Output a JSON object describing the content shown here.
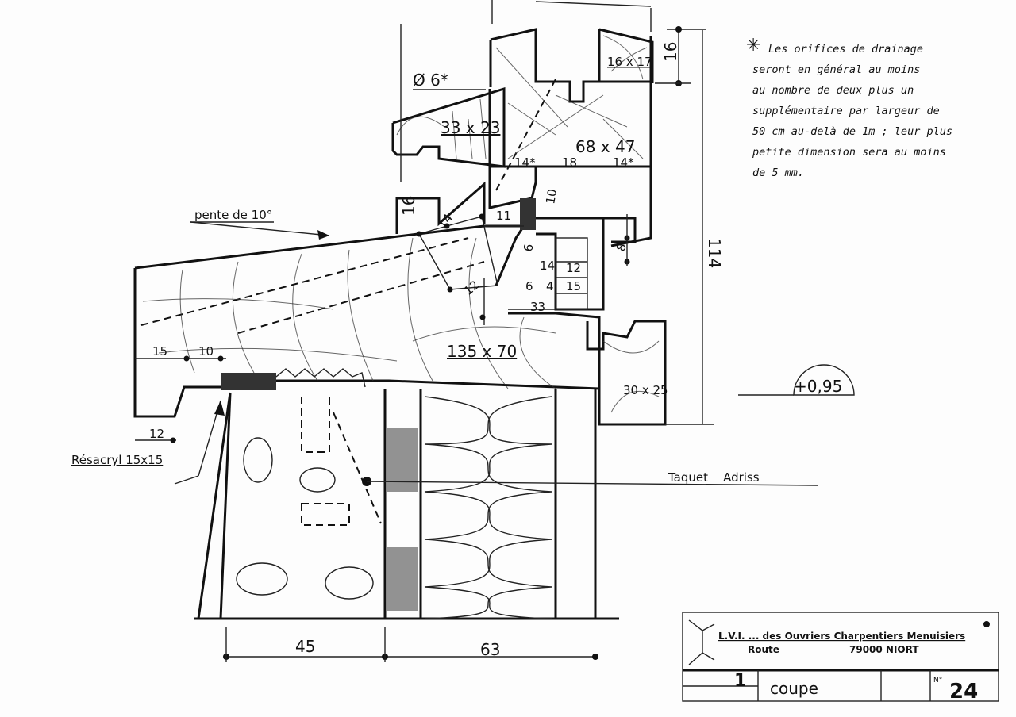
{
  "note": {
    "marker": "✳",
    "lines": [
      "Les orifices de drainage",
      "seront en général au moins",
      "au nombre de deux plus un",
      "supplémentaire par largeur de",
      "50 cm au-delà de 1m ; leur plus",
      "petite dimension sera au moins",
      "de 5 mm."
    ]
  },
  "labels": {
    "drain_diameter": "Ø 6*",
    "bead_33x23": "33 x 23",
    "bead_16x17": "16 x 17",
    "dim_16_top": "16",
    "frame_68x47": "68 x 47",
    "dim_14a": "14*",
    "dim_18": "18",
    "dim_14b": "14*",
    "dim_16_left": "16",
    "dim_14_diag": "14",
    "dim_11": "11",
    "dim_10": "10",
    "dim_6a": "6",
    "dim_14_small": "14",
    "dim_12_small": "12",
    "dim_6b": "6",
    "dim_4": "4",
    "dim_15_small": "15",
    "dim_33": "33",
    "dim_12_diag": "12",
    "dim_8": "8",
    "slope": "pente de 10°",
    "sill_135x70": "135 x 70",
    "bead_30x25": "30 x 25",
    "level": "+0,95",
    "height_114": "114",
    "dim_15": "15",
    "dim_10_sill": "10",
    "dim_12_sill": "12",
    "sealant": "Résacryl 15x15",
    "anchor": "Taquet    Adriss",
    "dim_45": "45",
    "dim_63": "63"
  },
  "title_block": {
    "company": "L.V.I. ... des Ouvriers Charpentiers Menuisiers",
    "address_street": "Route",
    "address_city": "79000 NIORT",
    "scale": "1",
    "view": "coupe",
    "number_label": "N°",
    "number": "24"
  }
}
